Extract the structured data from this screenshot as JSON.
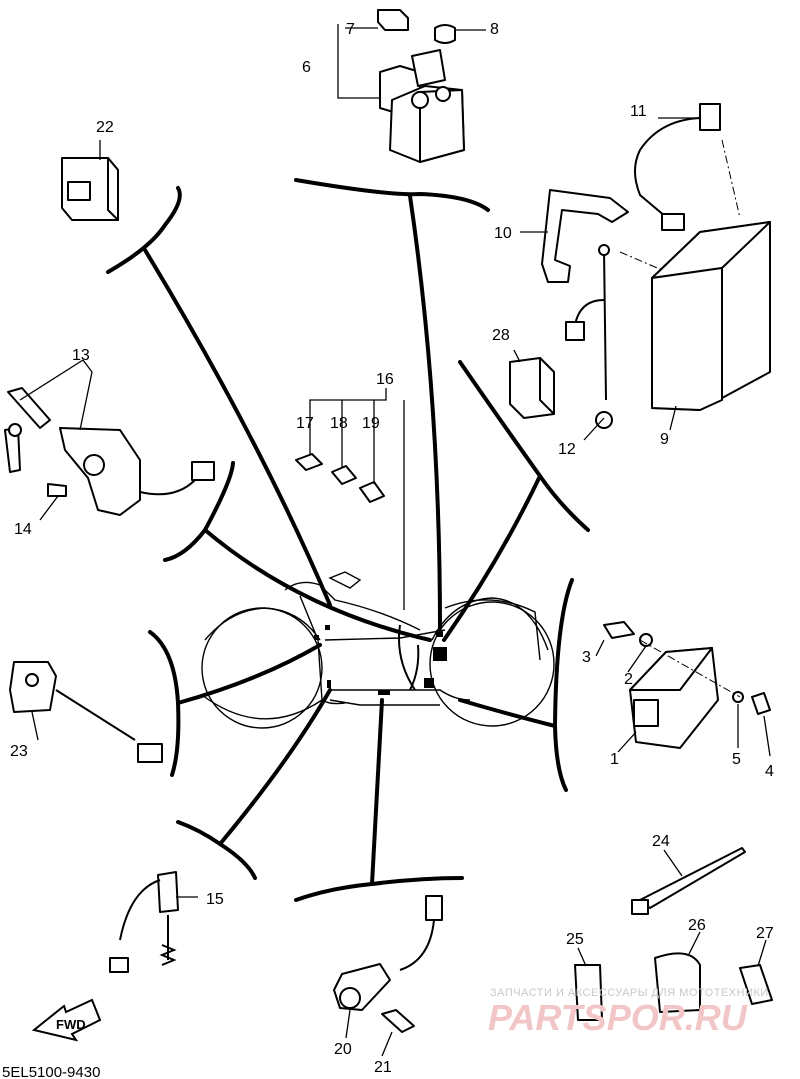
{
  "diagram": {
    "callouts": [
      "1",
      "2",
      "3",
      "4",
      "5",
      "6",
      "7",
      "8",
      "9",
      "10",
      "11",
      "12",
      "13",
      "14",
      "15",
      "16",
      "17",
      "18",
      "19",
      "20",
      "21",
      "22",
      "23",
      "24",
      "25",
      "26",
      "27",
      "28"
    ],
    "part_code": "5EL5100-9430",
    "fwd_label": "FWD",
    "watermark": {
      "line1": "ЗАПЧАСТИ И АКСЕССУАРЫ ДЛЯ МОТОТЕХНИКИ",
      "line2": "PARTSPOR.RU"
    }
  }
}
